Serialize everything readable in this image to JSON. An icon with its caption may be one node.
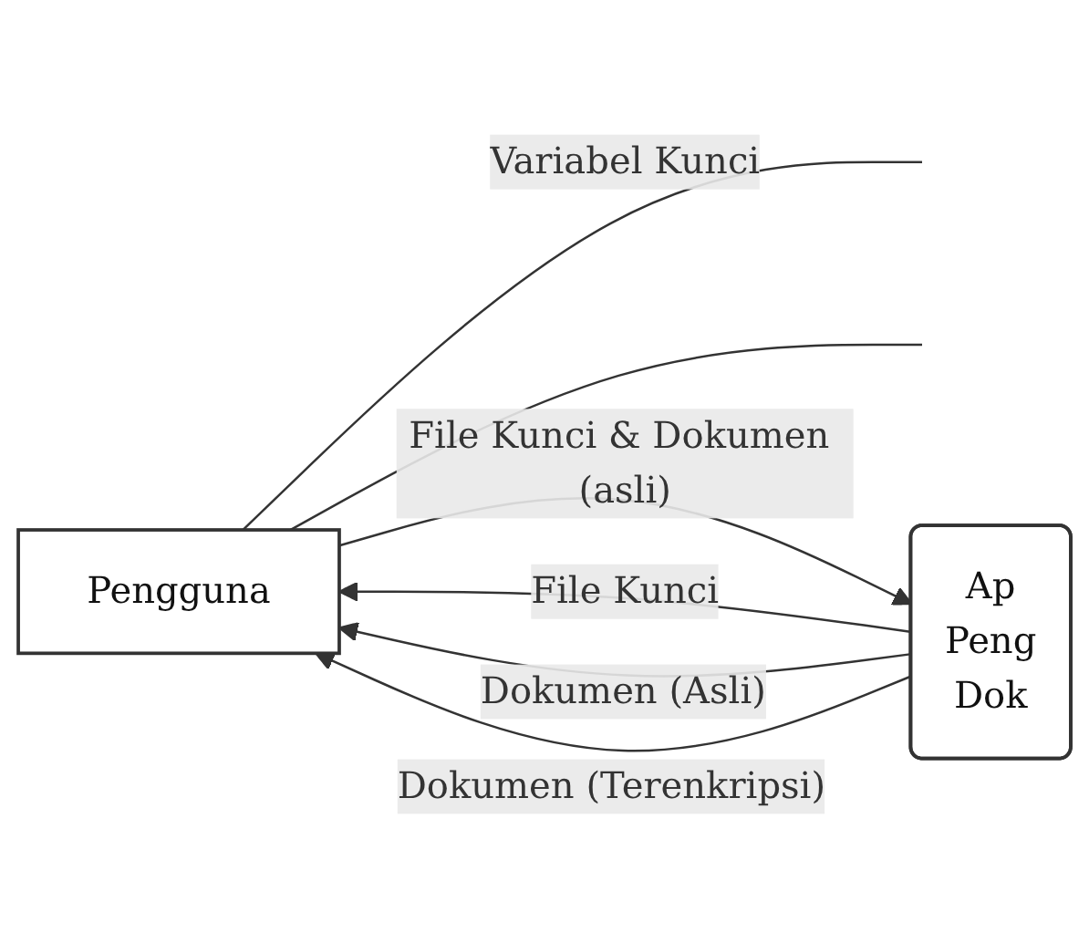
{
  "diagram": {
    "nodes": [
      {
        "text": [
          "Pengguna"
        ]
      },
      {
        "text": [
          "Ap Peng Dok"
        ]
      }
    ],
    "edges": [
      {
        "from": 0,
        "to": null,
        "arrow": "none",
        "label": "Variabel Kunci"
      },
      {
        "from": 0,
        "to": null,
        "arrow": "none"
      },
      {
        "from": 0,
        "to": 1,
        "arrow": "to",
        "label": "File Kunci & Dokumen (asli)"
      },
      {
        "from": 1,
        "to": 0,
        "arrow": "to",
        "label": "File Kunci"
      },
      {
        "from": 1,
        "to": 0,
        "arrow": "to",
        "label": "Dokumen (Asli)"
      },
      {
        "from": 1,
        "to": 0,
        "arrow": "to",
        "label": "Dokumen (Terenkripsi)"
      }
    ]
  }
}
